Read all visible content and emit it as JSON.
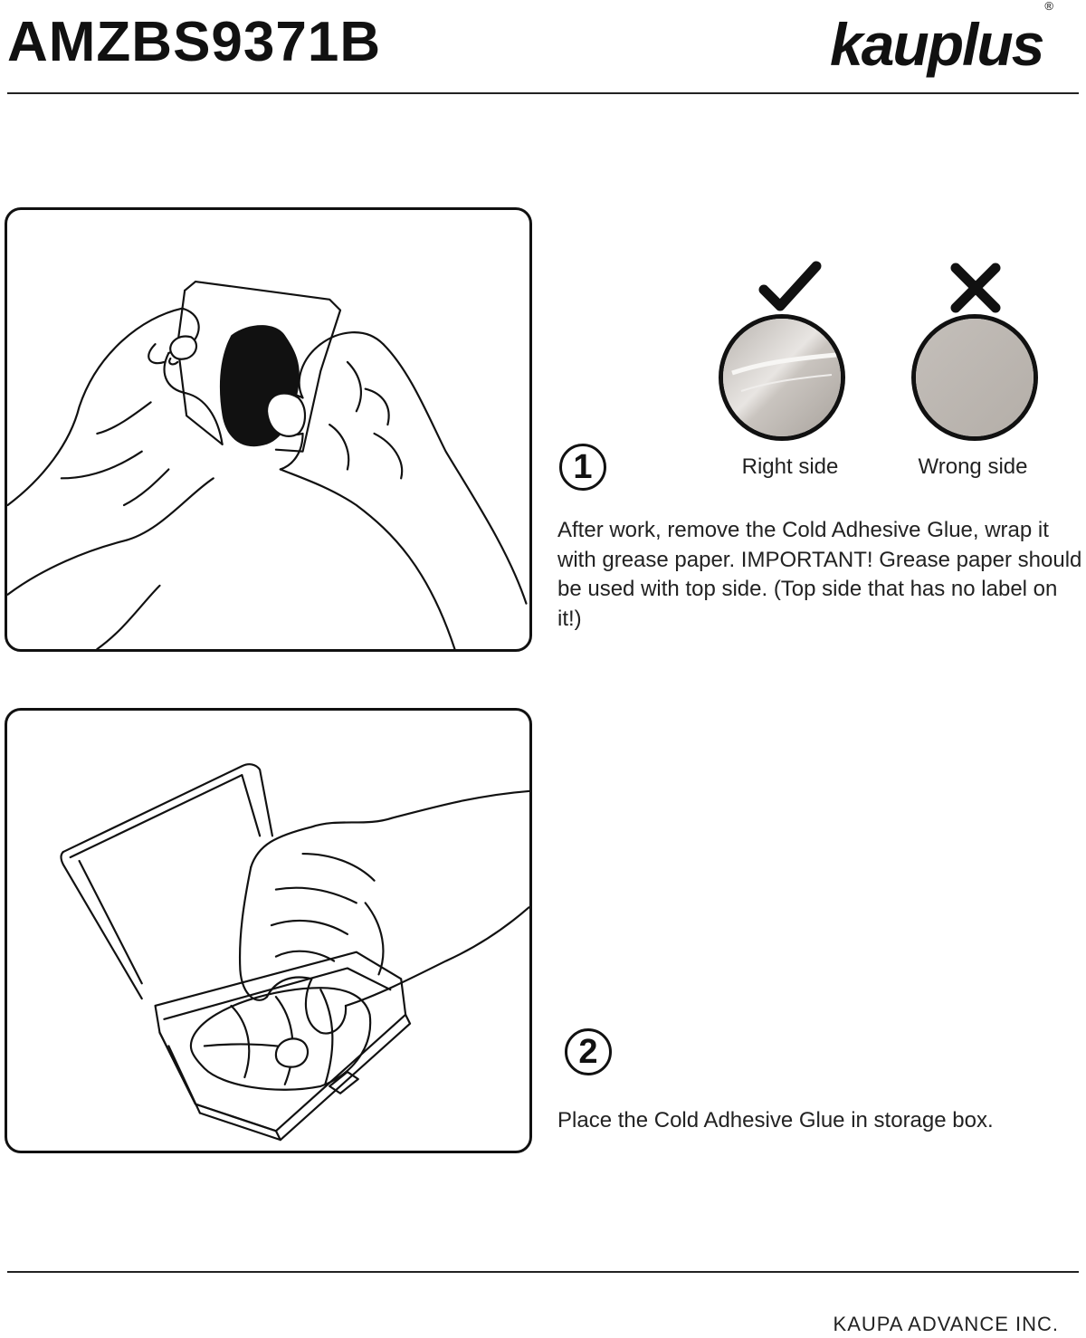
{
  "header": {
    "model_code": "AMZBS9371B",
    "brand_name": "kauplus",
    "brand_mark": "®"
  },
  "steps": [
    {
      "number": "1",
      "text": "After work, remove the Cold Adhesive Glue, wrap it with grease paper. IMPORTANT! Grease paper should be used with top side. (Top side that has no label on it!)",
      "samples": [
        {
          "label": "Right side",
          "mark": "check-icon"
        },
        {
          "label": "Wrong side",
          "mark": "cross-icon"
        }
      ]
    },
    {
      "number": "2",
      "text": "Place the Cold Adhesive Glue in storage box."
    }
  ],
  "footer": {
    "company": "KAUPA ADVANCE INC."
  }
}
